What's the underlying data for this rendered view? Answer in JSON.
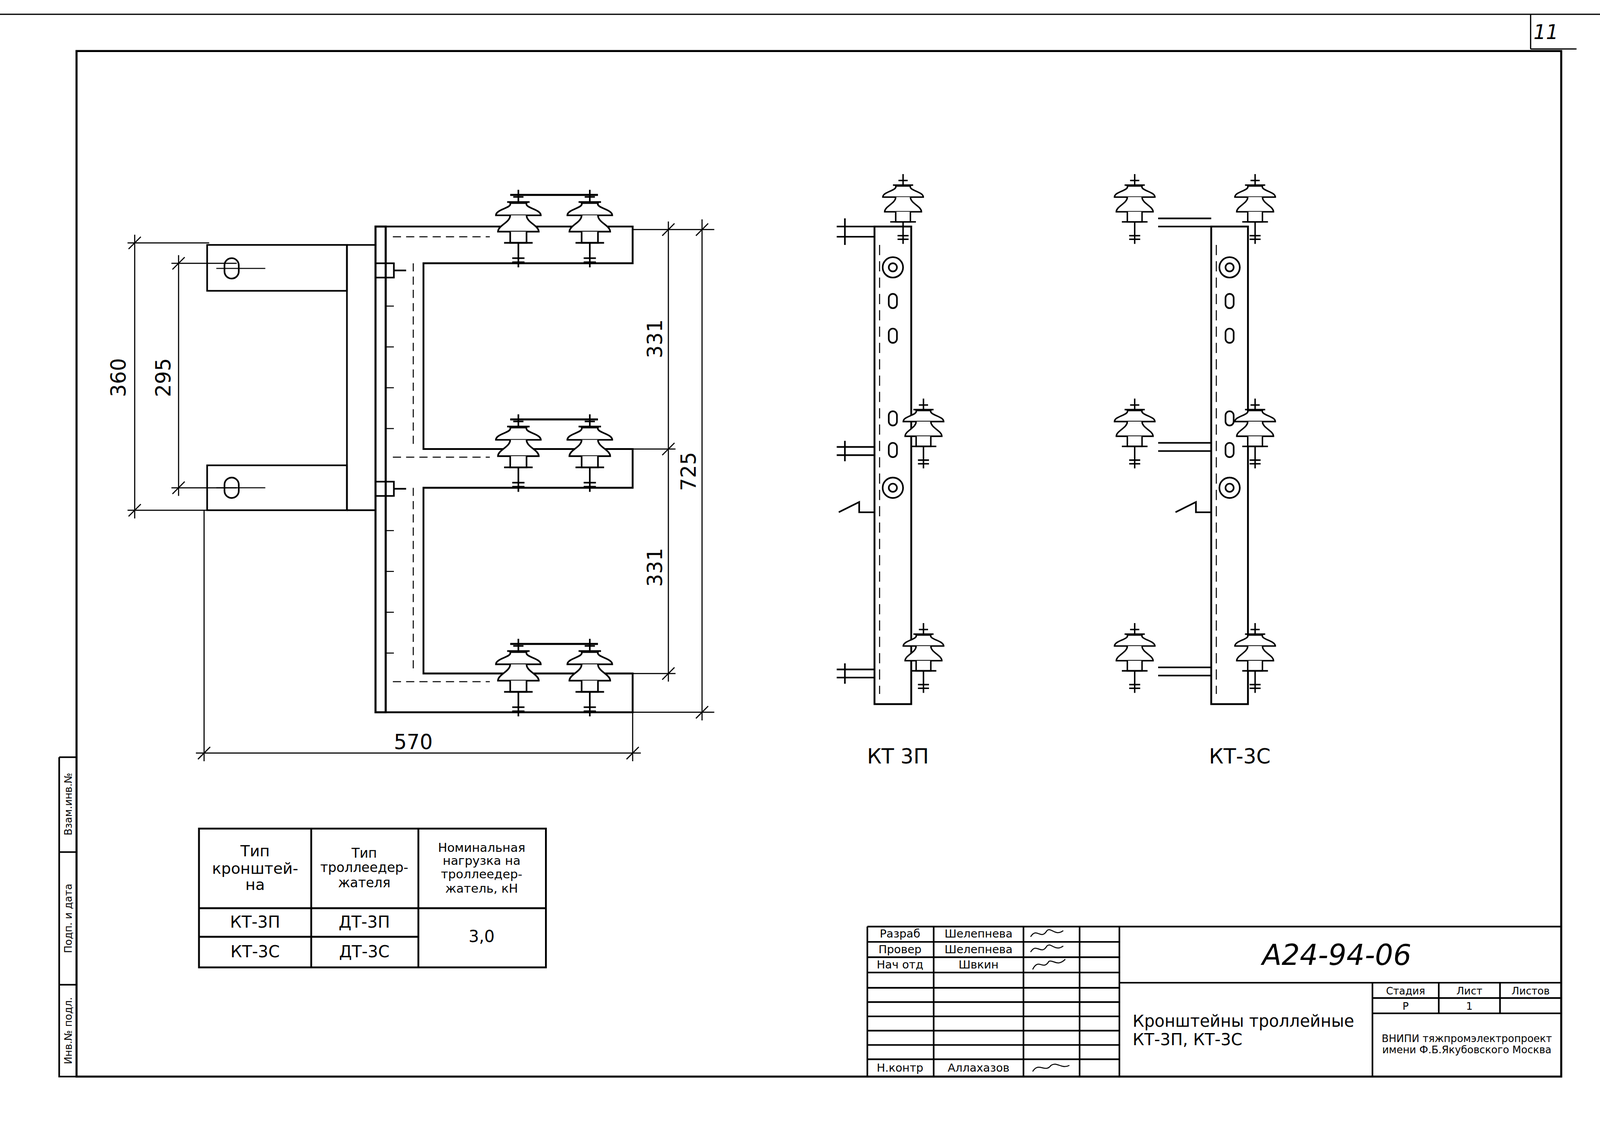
{
  "diagram": {
    "labels": [
      "11",
      "360",
      "295",
      "331",
      "331",
      "725",
      "570",
      "КТ 3П",
      "КТ-3С",
      "Тип кронштей- на",
      "Тип троллеедер- жателя",
      "Номинальная нагрузка на троллеедер- жатель, кН",
      "КТ-3П",
      "ДТ-3П",
      "КТ-3С",
      "ДТ-3С",
      "3,0",
      "Разраб",
      "Шелепнева",
      "Провер",
      "Шелепнева",
      "Нач отд",
      "Швкин",
      "Н.контр",
      "Аллахазов",
      "А24-94-06",
      "Кронштейны троллейные КТ-3П, КТ-3С",
      "Стадия",
      "Лист",
      "Листов",
      "Р",
      "1",
      "ВНИПИ тяжпромэлектропроект имени Ф.Б.Якубовского Москва",
      "Инв.№ подл.",
      "Подп. и дата",
      "Взам.инв.№"
    ]
  }
}
